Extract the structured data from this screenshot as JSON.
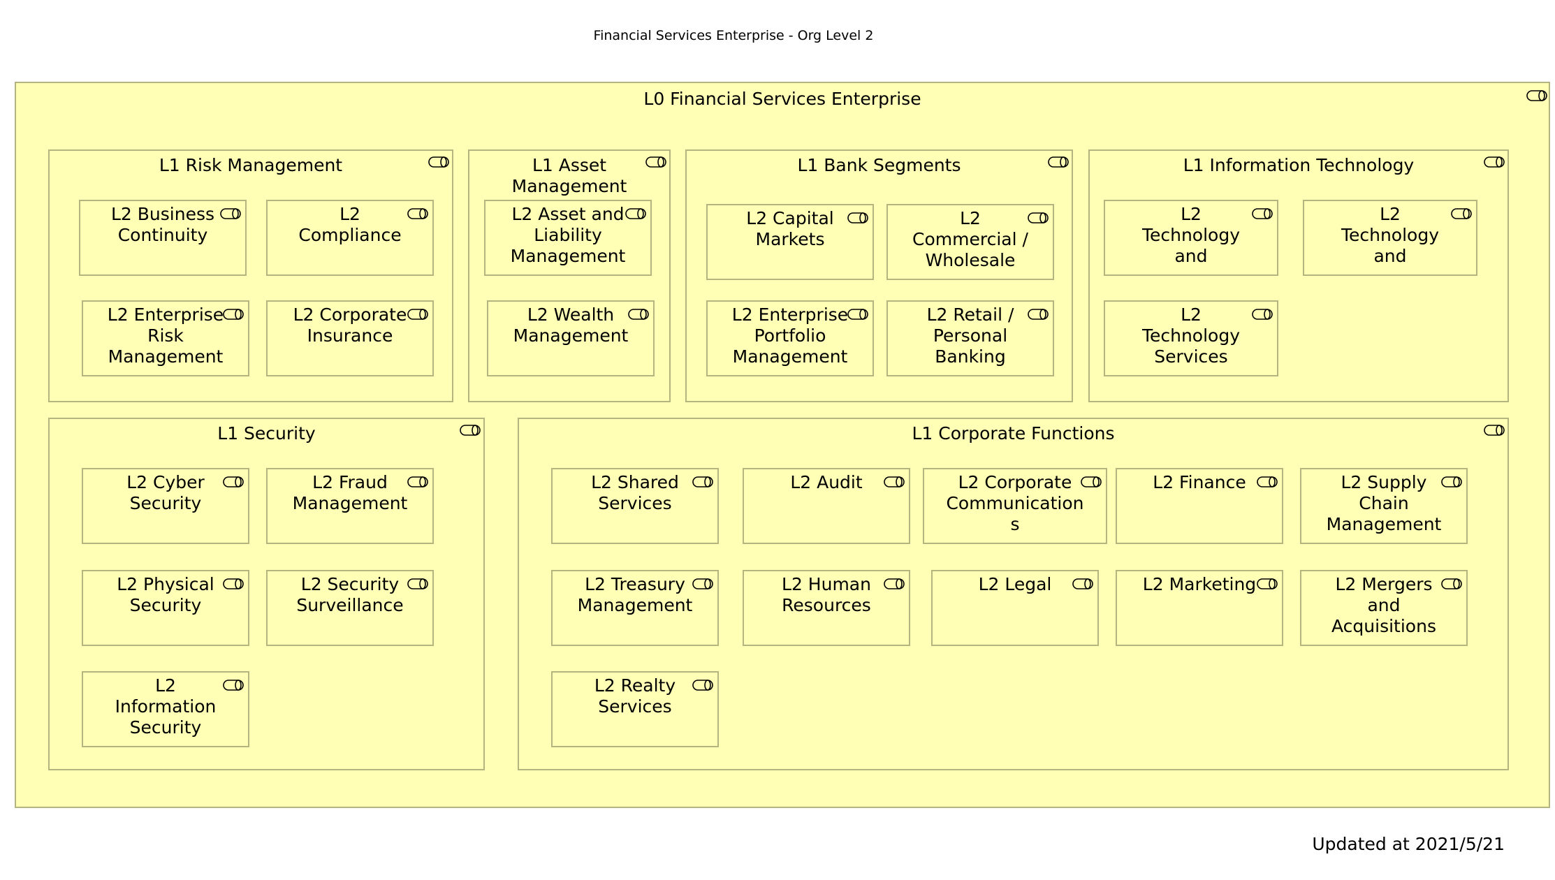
{
  "title": "Financial Services Enterprise - Org Level 2",
  "updated": "Updated at 2021/5/21",
  "root": {
    "label": "L0 Financial Services Enterprise",
    "icon": "business-actor-capability-icon"
  },
  "groups": [
    {
      "id": "risk-management",
      "label": "L1 Risk Management",
      "items": [
        {
          "label": "L2 Business\nContinuity"
        },
        {
          "label": "L2\nCompliance"
        },
        {
          "label": "L2 Enterprise\nRisk\nManagement"
        },
        {
          "label": "L2 Corporate\nInsurance"
        }
      ]
    },
    {
      "id": "asset-management",
      "label": "L1 Asset\nManagement",
      "items": [
        {
          "label": "L2 Asset and\nLiability\nManagement"
        },
        {
          "label": "L2 Wealth\nManagement"
        }
      ]
    },
    {
      "id": "bank-segments",
      "label": "L1 Bank Segments",
      "items": [
        {
          "label": "L2 Capital\nMarkets"
        },
        {
          "label": "L2\nCommercial /\nWholesale"
        },
        {
          "label": "L2 Enterprise\nPortfolio\nManagement"
        },
        {
          "label": "L2 Retail /\nPersonal\nBanking"
        }
      ]
    },
    {
      "id": "information-technology",
      "label": "L1 Information Technology",
      "items": [
        {
          "label": "L2\nTechnology\nand"
        },
        {
          "label": "L2\nTechnology\nand"
        },
        {
          "label": "L2\nTechnology\nServices"
        }
      ]
    },
    {
      "id": "security",
      "label": "L1 Security",
      "items": [
        {
          "label": "L2 Cyber\nSecurity"
        },
        {
          "label": "L2 Fraud\nManagement"
        },
        {
          "label": "L2 Physical\nSecurity"
        },
        {
          "label": "L2 Security\nSurveillance"
        },
        {
          "label": "L2\nInformation\nSecurity"
        }
      ]
    },
    {
      "id": "corporate-functions",
      "label": "L1 Corporate Functions",
      "items": [
        {
          "label": "L2 Shared\nServices"
        },
        {
          "label": "L2 Audit"
        },
        {
          "label": "L2 Corporate\nCommunication\ns"
        },
        {
          "label": "L2 Finance"
        },
        {
          "label": "L2 Supply\nChain\nManagement"
        },
        {
          "label": "L2 Treasury\nManagement"
        },
        {
          "label": "L2 Human\nResources"
        },
        {
          "label": "L2 Legal"
        },
        {
          "label": "L2 Marketing"
        },
        {
          "label": "L2 Mergers\nand\nAcquisitions"
        },
        {
          "label": "L2 Realty\nServices"
        }
      ]
    }
  ],
  "colors": {
    "fill": "#ffffb5",
    "border": "#b4b47e"
  }
}
